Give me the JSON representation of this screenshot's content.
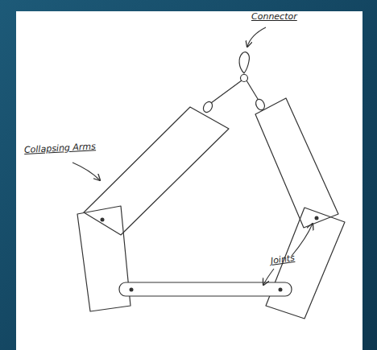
{
  "diagram": {
    "labels": [
      "Connector",
      "Collapsing Arms",
      "Joints"
    ]
  }
}
